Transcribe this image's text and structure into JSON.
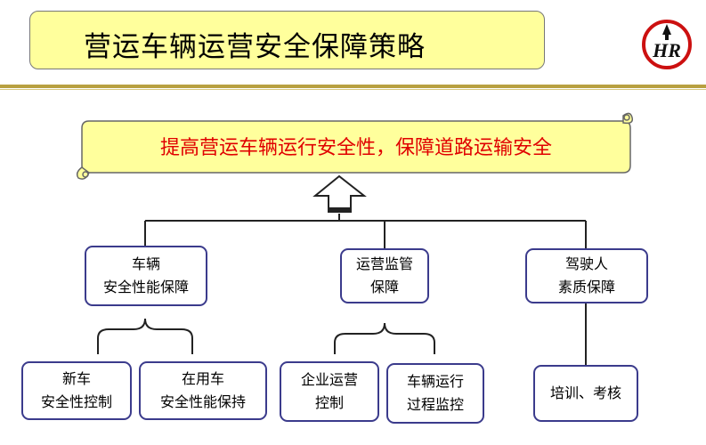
{
  "title": "营运车辆运营安全保障策略",
  "logo": {
    "icon": "hr-logo-icon",
    "letters": "HR"
  },
  "goal": "提高营运车辆运行安全性，保障道路运输安全",
  "nodes": {
    "vehicle": {
      "line1": "车辆",
      "line2": "安全性能保障"
    },
    "supervision": {
      "line1": "运营监管",
      "line2": "保障"
    },
    "driver": {
      "line1": "驾驶人",
      "line2": "素质保障"
    },
    "new_vehicle": {
      "line1": "新车",
      "line2": "安全性控制"
    },
    "in_use": {
      "line1": "在用车",
      "line2": "安全性能保持"
    },
    "enterprise": {
      "line1": "企业运营",
      "line2": "控制"
    },
    "process": {
      "line1": "车辆运行",
      "line2": "过程监控"
    },
    "training": {
      "line1": "培训、考核"
    }
  },
  "colors": {
    "title_bg": "#ffff9c",
    "scroll_bg": "#ffff9c",
    "goal_text": "#e00000",
    "node_border": "#3b3b8c",
    "rule": "#b8a040"
  }
}
